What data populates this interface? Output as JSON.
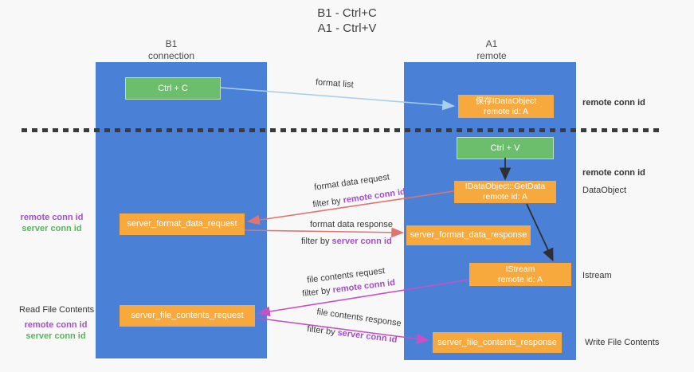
{
  "colors": {
    "bg": "#f8f8f8",
    "column-blue": "#4a80d6",
    "node-green": "#6cbd6c",
    "node-orange": "#f8a93e",
    "arrow-lightblue": "#a9cfee",
    "arrow-salmon": "#e2736e",
    "arrow-magenta": "#c94fc4",
    "arrow-black": "#2f2f2f",
    "text-purple": "#a24fc9",
    "text-green": "#58b55c",
    "text-dark": "#3a3a3a",
    "dash": "#3b3b3b"
  },
  "title": {
    "line1": "B1 - Ctrl+C",
    "line2": "A1 - Ctrl+V"
  },
  "columns": {
    "left": {
      "name": "B1",
      "role": "connection"
    },
    "right": {
      "name": "A1",
      "role": "remote"
    }
  },
  "nodes": {
    "ctrl_c": {
      "label": "Ctrl + C"
    },
    "ctrl_v": {
      "label": "Ctrl + V"
    },
    "save_idataobject": {
      "line1": "保存IDataObject",
      "line2": "remote id: A"
    },
    "getdata": {
      "line1": "IDataObject::GetData",
      "line2": "remote id: A"
    },
    "istream": {
      "line1": "IStream",
      "line2": "remote id: A"
    },
    "format_request": {
      "label": "server_format_data_request"
    },
    "format_response": {
      "label": "server_format_data_response"
    },
    "file_request": {
      "label": "server_file_contents_request"
    },
    "file_response": {
      "label": "server_file_contents_response"
    }
  },
  "flow": {
    "format_list": "format list",
    "format_data_request": "format data request",
    "format_data_response": "format data response",
    "file_contents_request": "file contents request",
    "file_contents_response": "file contents response",
    "filter_by": "filter by",
    "remote_conn_id": "remote conn id",
    "server_conn_id": "server conn id"
  },
  "side": {
    "remote_conn_id": "remote conn id",
    "server_conn_id": "server conn id",
    "dataobject": "DataObject",
    "istream": "Istream",
    "read_file_contents": "Read File Contents",
    "write_file_contents": "Write File Contents"
  }
}
